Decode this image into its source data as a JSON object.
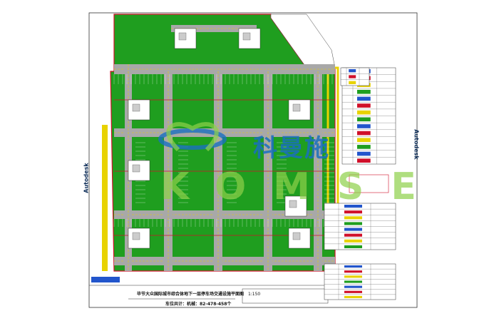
{
  "drawing": {
    "title": "毕节大众国际城市综合体地下一层停车场交通设施平面图",
    "scale": "1:150",
    "subtitle": "车位共计：机械：82-478-458个",
    "side_label_left": "Autodesk",
    "side_label_right": "Autodesk"
  },
  "watermark": {
    "cn": "科曼施",
    "en": "KOMSE"
  },
  "colors": {
    "parking_green": "#1f9e1f",
    "road_grey": "#a8a8a8",
    "lane_yellow": "#e8d200",
    "wall_red": "#d0102a",
    "watermark_blue": "#1a6fc0",
    "watermark_green": "#8ed14a"
  }
}
